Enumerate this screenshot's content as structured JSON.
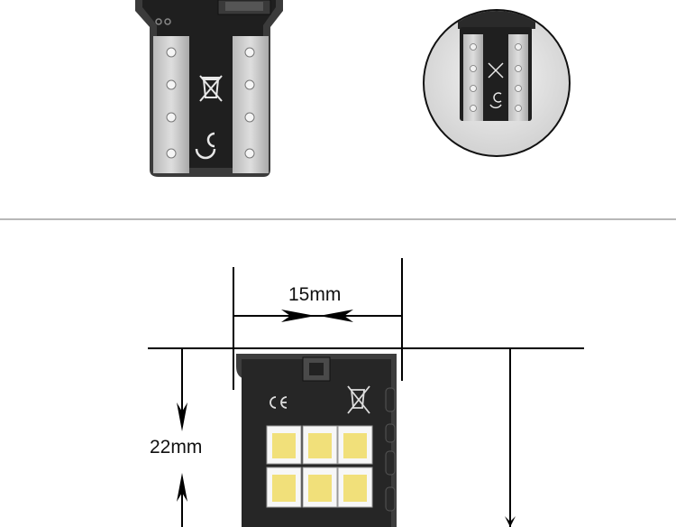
{
  "dimensions": {
    "width_label": "15mm",
    "height_label": "22mm"
  },
  "pcb_markings": {
    "ce_mark": "CE",
    "weee_symbol": "crossed-out-bin"
  },
  "colors": {
    "pcb_dark": "#1f1f1f",
    "pcb_edge": "#4a4a4a",
    "contact_pad": "#c9c9c9",
    "led_chip": "#f3e58c",
    "divider": "#a0a0a0"
  },
  "icons": [
    "ce-mark-icon",
    "weee-bin-icon",
    "arrow-icon"
  ]
}
